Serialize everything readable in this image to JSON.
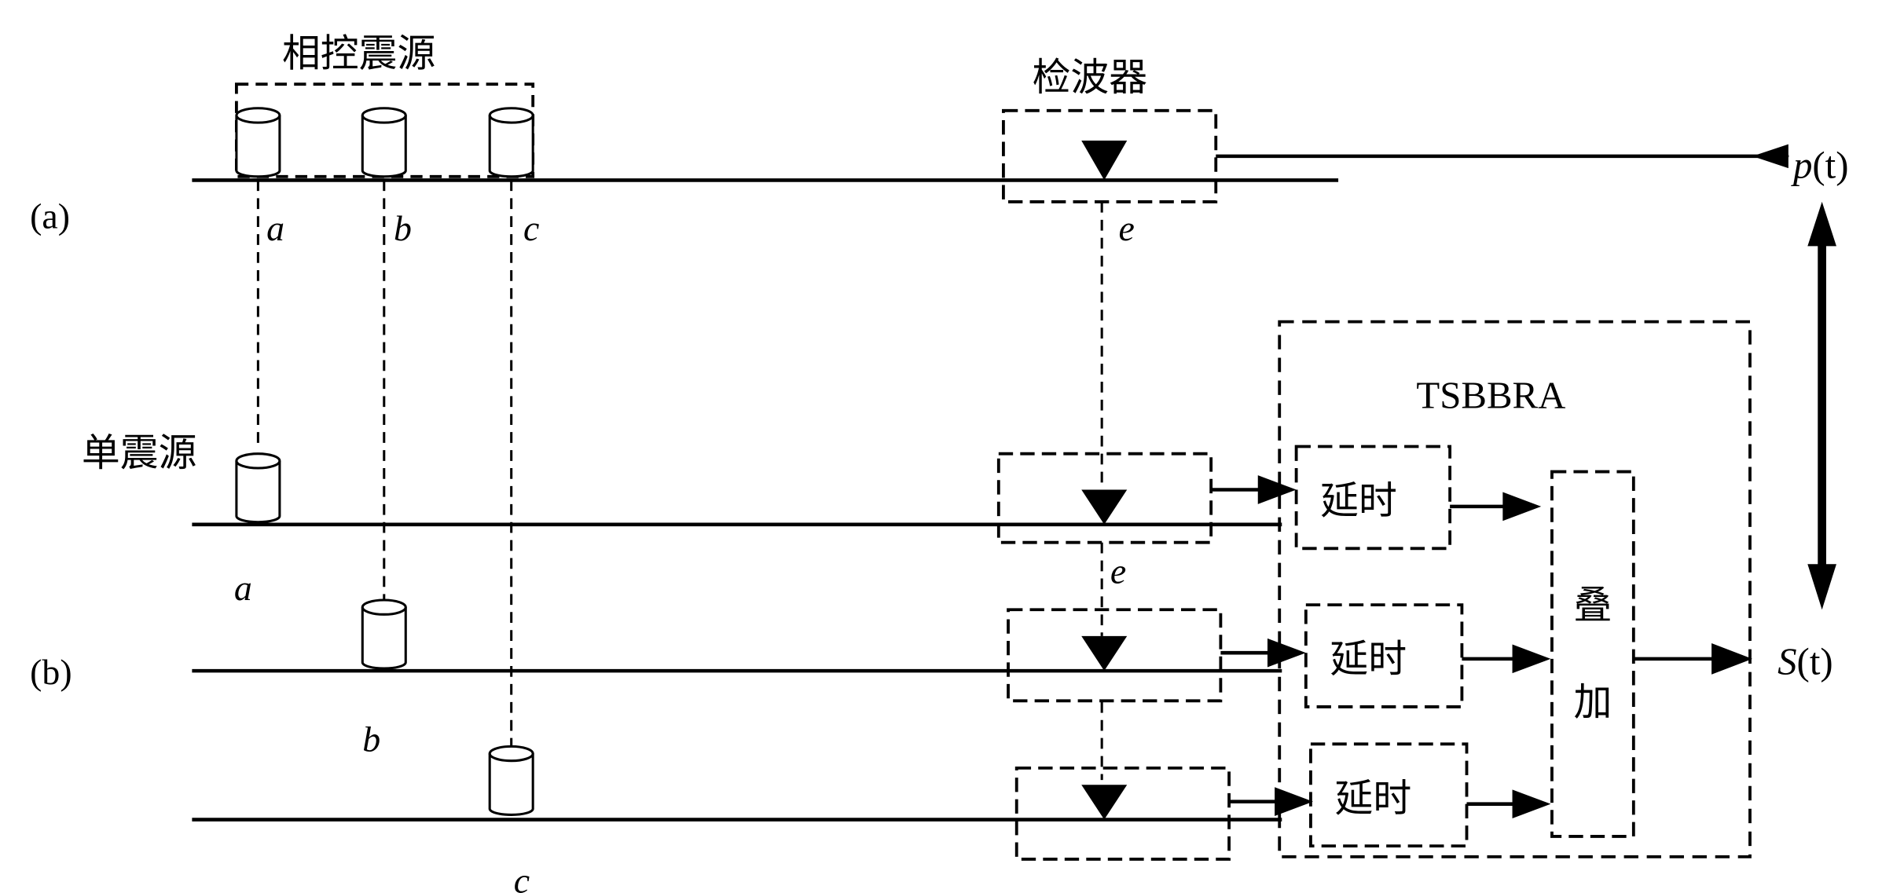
{
  "labels": {
    "phased_source": "相控震源",
    "detector": "检波器",
    "single_source": "单震源",
    "algorithm": "TSBBRA",
    "delay": "延时",
    "stack_top": "叠",
    "stack_bottom": "加",
    "panel_a": "(a)",
    "panel_b": "(b)",
    "point_a": "a",
    "point_b": "b",
    "point_c": "c",
    "point_e": "e",
    "output_p": "p",
    "output_s": "S",
    "output_arg": "(t)"
  }
}
